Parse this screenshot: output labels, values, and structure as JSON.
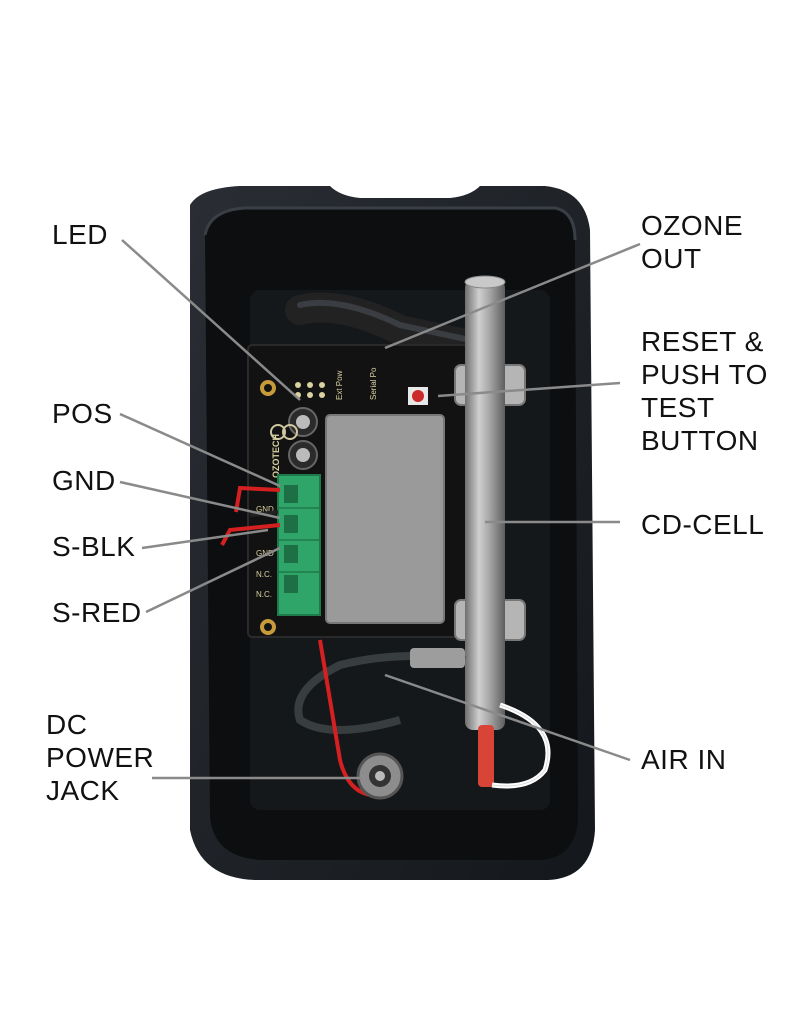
{
  "labels": {
    "led": "LED",
    "pos": "POS",
    "gnd": "GND",
    "s_blk": "S-BLK",
    "s_red": "S-RED",
    "dc_power_jack": "DC\nPOWER\nJACK",
    "ozone_out": "OZONE\nOUT",
    "reset_test_button": "RESET &\nPUSH TO\nTEST\nBUTTON",
    "cd_cell": "CD-CELL",
    "air_in": "AIR IN"
  },
  "board": {
    "brand": "OZOTECH",
    "pins": [
      "GND",
      "GND",
      "N.C.",
      "N.C."
    ],
    "ext_power": "Ext Pow",
    "serial": "Serial Po"
  },
  "colors": {
    "enclosure": "#1c1f24",
    "board": "#121212",
    "terminal_block": "#2fa56a",
    "relay": "#9a9a9a",
    "tube": "#a8a8a8",
    "leader_line": "#8a8a8a"
  }
}
